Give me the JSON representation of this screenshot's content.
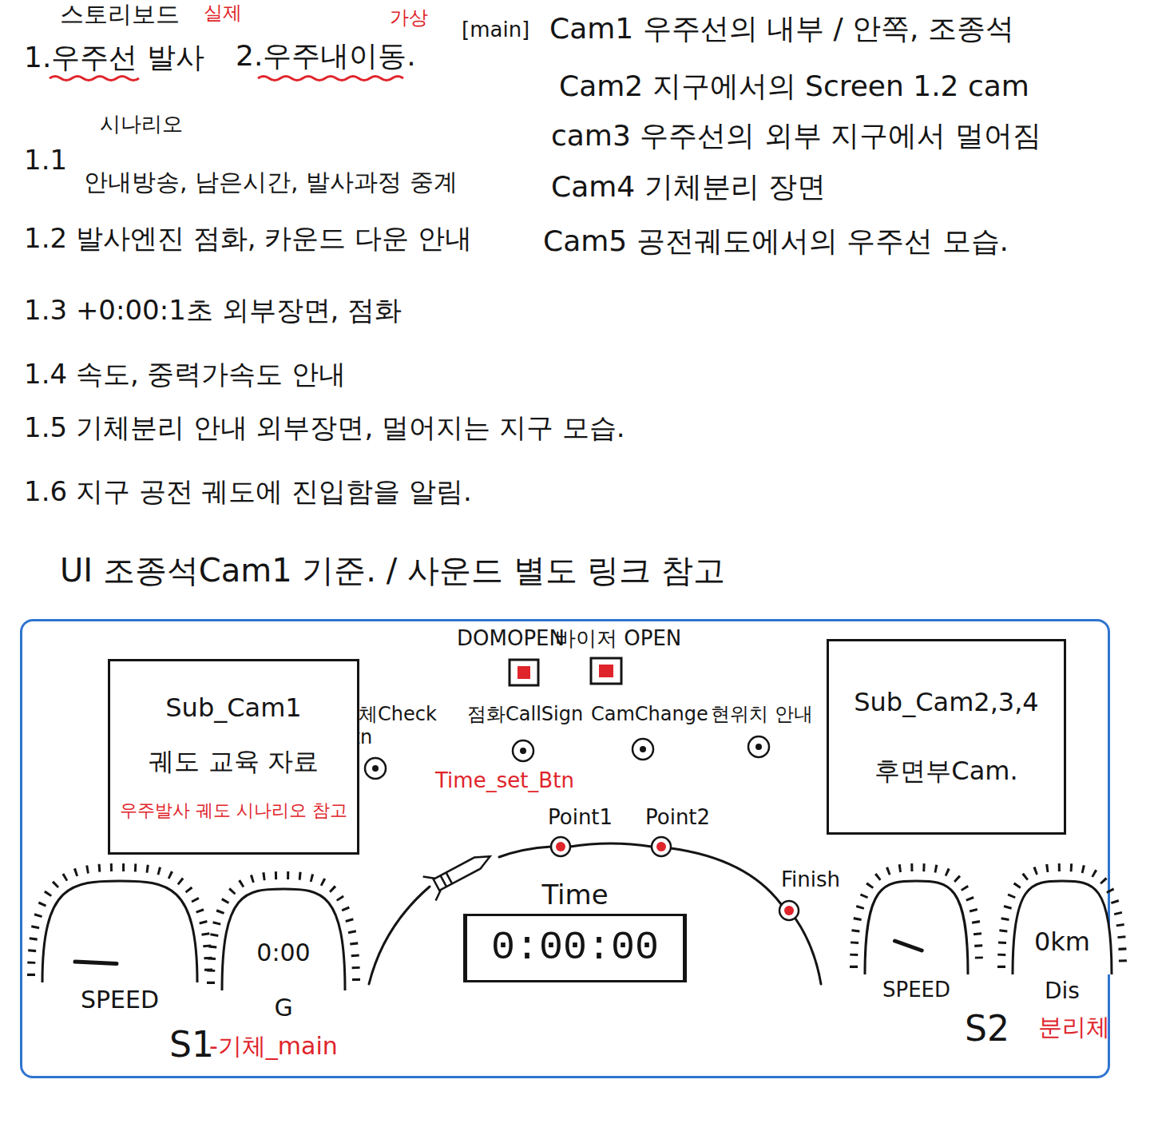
{
  "diagram": {
    "title": "스토리보드",
    "nodes": [
      {
        "text": [
          "UI 조종석Cam1 기준. / 사운드 별도 링크 참고"
        ]
      },
      {
        "text": [
          "Sub_Cam1",
          "궤도 교육 자료",
          "우주발사 궤도 시나리오 참고"
        ],
        "in": 0
      },
      {
        "text": [
          "Sub_Cam2,3,4",
          "후면부Cam."
        ],
        "in": 0
      },
      {
        "text": [
          "SPEED"
        ],
        "in": 0
      },
      {
        "text": [
          "0:00",
          "G"
        ],
        "in": 0
      },
      {
        "text": [
          "Time",
          "0:00:00"
        ],
        "in": 0
      },
      {
        "text": [
          "SPEED"
        ],
        "in": 0
      },
      {
        "text": [
          "0km",
          "Dis"
        ],
        "in": 0
      }
    ],
    "labels": [
      "실제",
      "1.우주선 발사",
      "가상",
      "2.우주내이동.",
      "[main]",
      "Cam1 우주선의 내부 / 안쪽, 조종석",
      "Cam2 지구에서의 Screen 1.2 cam",
      "시나리오",
      "cam3 우주선의 외부 지구에서 멀어짐",
      "1.1",
      "안내방송, 남은시간, 발사과정 중계",
      "Cam4 기체분리 장면",
      "1.2 발사엔진 점화, 카운드 다운 안내",
      "Cam5 공전궤도에서의 우주선 모습.",
      "1.3 +0:00:1초 외부장면, 점화",
      "1.4 속도, 중력가속도 안내",
      "1.5 기체분리 안내 외부장면, 멀어지는 지구 모습.",
      "1.6 지구 공전 궤도에 진입함을 알림.",
      "DOMOPEN",
      "바이저 OPEN",
      "기체Check Btn",
      "점화CallSign",
      "CamChange",
      "현위치 안내",
      "Time_set_Btn",
      "Point1",
      "Point2",
      "Finish",
      "S1",
      "-기체_main",
      "S2",
      "분리체"
    ]
  }
}
